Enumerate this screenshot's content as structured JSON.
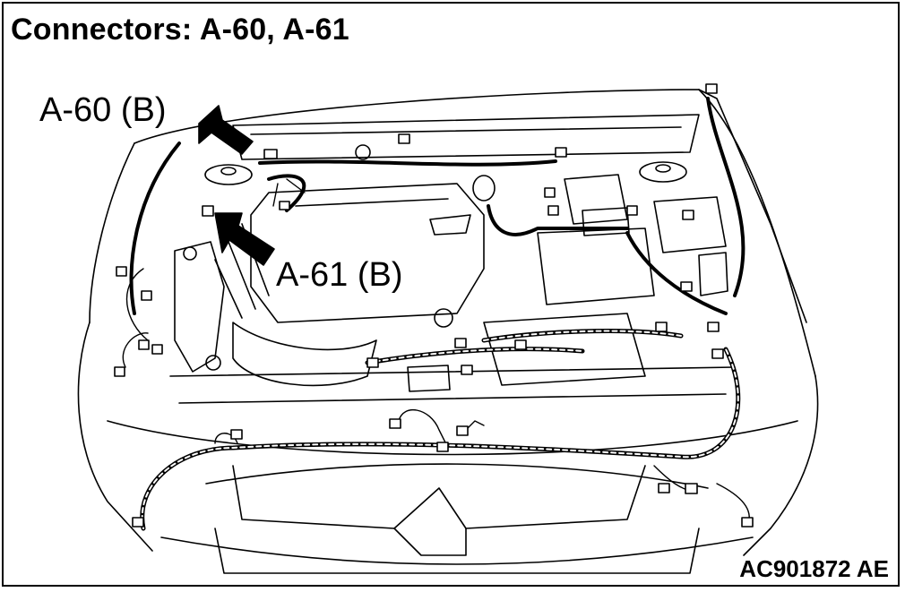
{
  "title": "Connectors: A-60, A-61",
  "callouts": [
    {
      "label": "A-60 (B)"
    },
    {
      "label": "A-61 (B)"
    }
  ],
  "figure_id": "AC901872 AE",
  "colors": {
    "line": "#000000",
    "background": "#ffffff"
  }
}
